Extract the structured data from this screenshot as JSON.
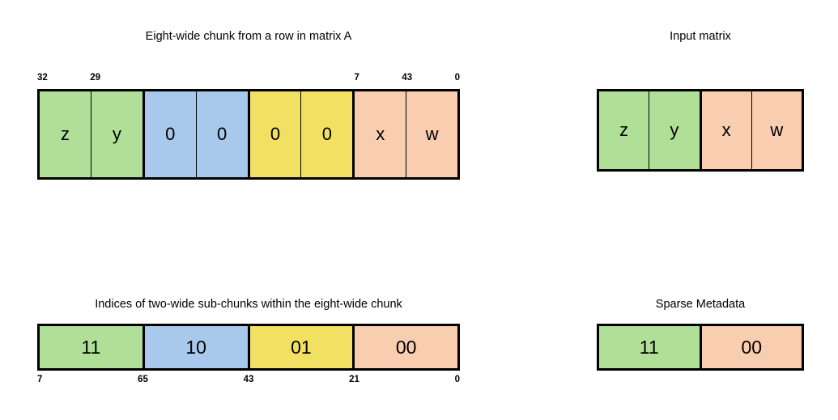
{
  "colors": {
    "green": "#b0e098",
    "blue": "#a8c8ec",
    "yellow": "#f2e063",
    "peach": "#f8cdb0",
    "border": "#000000",
    "background": "#ffffff"
  },
  "chunk": {
    "title": "Eight-wide chunk from a row in matrix A",
    "cells": [
      {
        "label": "z",
        "color": "green",
        "group_start": true
      },
      {
        "label": "y",
        "color": "green",
        "group_start": false
      },
      {
        "label": "0",
        "color": "blue",
        "group_start": true
      },
      {
        "label": "0",
        "color": "blue",
        "group_start": false
      },
      {
        "label": "0",
        "color": "yellow",
        "group_start": true
      },
      {
        "label": "0",
        "color": "yellow",
        "group_start": false
      },
      {
        "label": "x",
        "color": "peach",
        "group_start": true
      },
      {
        "label": "w",
        "color": "peach",
        "group_start": false
      }
    ],
    "bit_labels": [
      {
        "text": "32",
        "pos_pct": 0,
        "align": "left"
      },
      {
        "text": "29",
        "pos_pct": 12.5,
        "align": "left"
      },
      {
        "text": "7",
        "pos_pct": 75,
        "align": "left"
      },
      {
        "text": "4",
        "pos_pct": 87.5,
        "align": "right"
      },
      {
        "text": "3",
        "pos_pct": 87.5,
        "align": "left"
      },
      {
        "text": "0",
        "pos_pct": 100,
        "align": "right"
      }
    ]
  },
  "input_matrix": {
    "title": "Input matrix",
    "cells": [
      {
        "label": "z",
        "color": "green",
        "group_start": true
      },
      {
        "label": "y",
        "color": "green",
        "group_start": false
      },
      {
        "label": "x",
        "color": "peach",
        "group_start": true
      },
      {
        "label": "w",
        "color": "peach",
        "group_start": false
      }
    ]
  },
  "indices": {
    "title": "Indices of two-wide sub-chunks within the eight-wide chunk",
    "cells": [
      {
        "label": "11",
        "color": "green",
        "group_start": true
      },
      {
        "label": "10",
        "color": "blue",
        "group_start": true
      },
      {
        "label": "01",
        "color": "yellow",
        "group_start": true
      },
      {
        "label": "00",
        "color": "peach",
        "group_start": true
      }
    ],
    "bit_labels": [
      {
        "text": "7",
        "pos_pct": 0,
        "align": "left"
      },
      {
        "text": "6",
        "pos_pct": 25,
        "align": "right"
      },
      {
        "text": "5",
        "pos_pct": 25,
        "align": "left"
      },
      {
        "text": "4",
        "pos_pct": 50,
        "align": "right"
      },
      {
        "text": "3",
        "pos_pct": 50,
        "align": "left"
      },
      {
        "text": "2",
        "pos_pct": 75,
        "align": "right"
      },
      {
        "text": "1",
        "pos_pct": 75,
        "align": "left"
      },
      {
        "text": "0",
        "pos_pct": 100,
        "align": "right"
      }
    ]
  },
  "sparse_metadata": {
    "title": "Sparse Metadata",
    "cells": [
      {
        "label": "11",
        "color": "green",
        "group_start": true
      },
      {
        "label": "00",
        "color": "peach",
        "group_start": true
      }
    ]
  }
}
